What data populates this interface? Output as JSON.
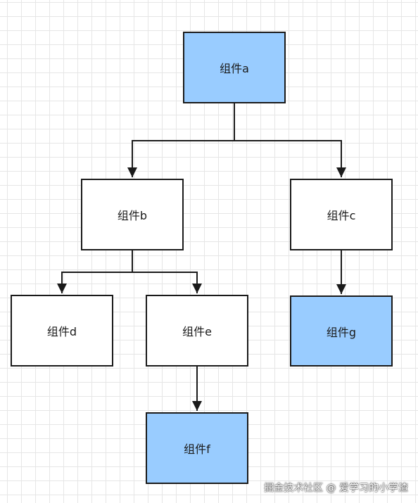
{
  "diagram": {
    "nodes": {
      "a": "组件a",
      "b": "组件b",
      "c": "组件c",
      "d": "组件d",
      "e": "组件e",
      "f": "组件f",
      "g": "组件g"
    },
    "edges": [
      {
        "from": "a",
        "to": "b"
      },
      {
        "from": "a",
        "to": "c"
      },
      {
        "from": "b",
        "to": "d"
      },
      {
        "from": "b",
        "to": "e"
      },
      {
        "from": "e",
        "to": "f"
      },
      {
        "from": "c",
        "to": "g"
      }
    ],
    "highlighted_nodes": [
      "a",
      "f",
      "g"
    ],
    "colors": {
      "highlight_fill": "#99ccff",
      "node_fill": "#ffffff",
      "stroke": "#1a1a1a",
      "grid": "#e6e6e6"
    }
  },
  "watermark": "掘金技术社区 @ 爱学习的小学渣"
}
